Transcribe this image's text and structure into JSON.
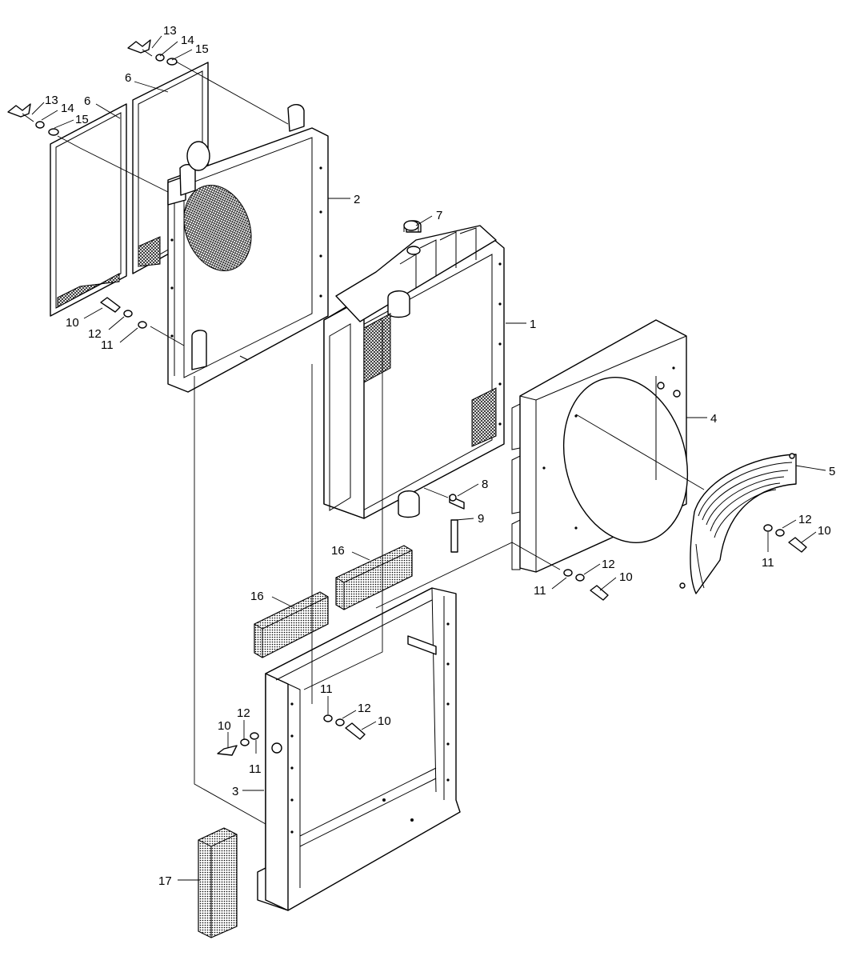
{
  "diagram": {
    "colors": {
      "line": "#000000",
      "background": "#ffffff"
    },
    "callouts": [
      {
        "id": "c13a",
        "text": "13"
      },
      {
        "id": "c14a",
        "text": "14"
      },
      {
        "id": "c15a",
        "text": "15"
      },
      {
        "id": "c6a",
        "text": "6"
      },
      {
        "id": "c13b",
        "text": "13"
      },
      {
        "id": "c14b",
        "text": "14"
      },
      {
        "id": "c6b",
        "text": "6"
      },
      {
        "id": "c15b",
        "text": "15"
      },
      {
        "id": "c2",
        "text": "2"
      },
      {
        "id": "c7",
        "text": "7"
      },
      {
        "id": "c1",
        "text": "1"
      },
      {
        "id": "c10a",
        "text": "10"
      },
      {
        "id": "c12a",
        "text": "12"
      },
      {
        "id": "c11a",
        "text": "11"
      },
      {
        "id": "c4",
        "text": "4"
      },
      {
        "id": "c5",
        "text": "5"
      },
      {
        "id": "c8",
        "text": "8"
      },
      {
        "id": "c9",
        "text": "9"
      },
      {
        "id": "c16a",
        "text": "16"
      },
      {
        "id": "c16b",
        "text": "16"
      },
      {
        "id": "c12b",
        "text": "12"
      },
      {
        "id": "c10b",
        "text": "10"
      },
      {
        "id": "c11b",
        "text": "11"
      },
      {
        "id": "c12c",
        "text": "12"
      },
      {
        "id": "c10c",
        "text": "10"
      },
      {
        "id": "c11c",
        "text": "11"
      },
      {
        "id": "c11d",
        "text": "11"
      },
      {
        "id": "c12d",
        "text": "12"
      },
      {
        "id": "c10d",
        "text": "10"
      },
      {
        "id": "c10e",
        "text": "10"
      },
      {
        "id": "c12e",
        "text": "12"
      },
      {
        "id": "c11e",
        "text": "11"
      },
      {
        "id": "c3",
        "text": "3"
      },
      {
        "id": "c17",
        "text": "17"
      }
    ]
  }
}
